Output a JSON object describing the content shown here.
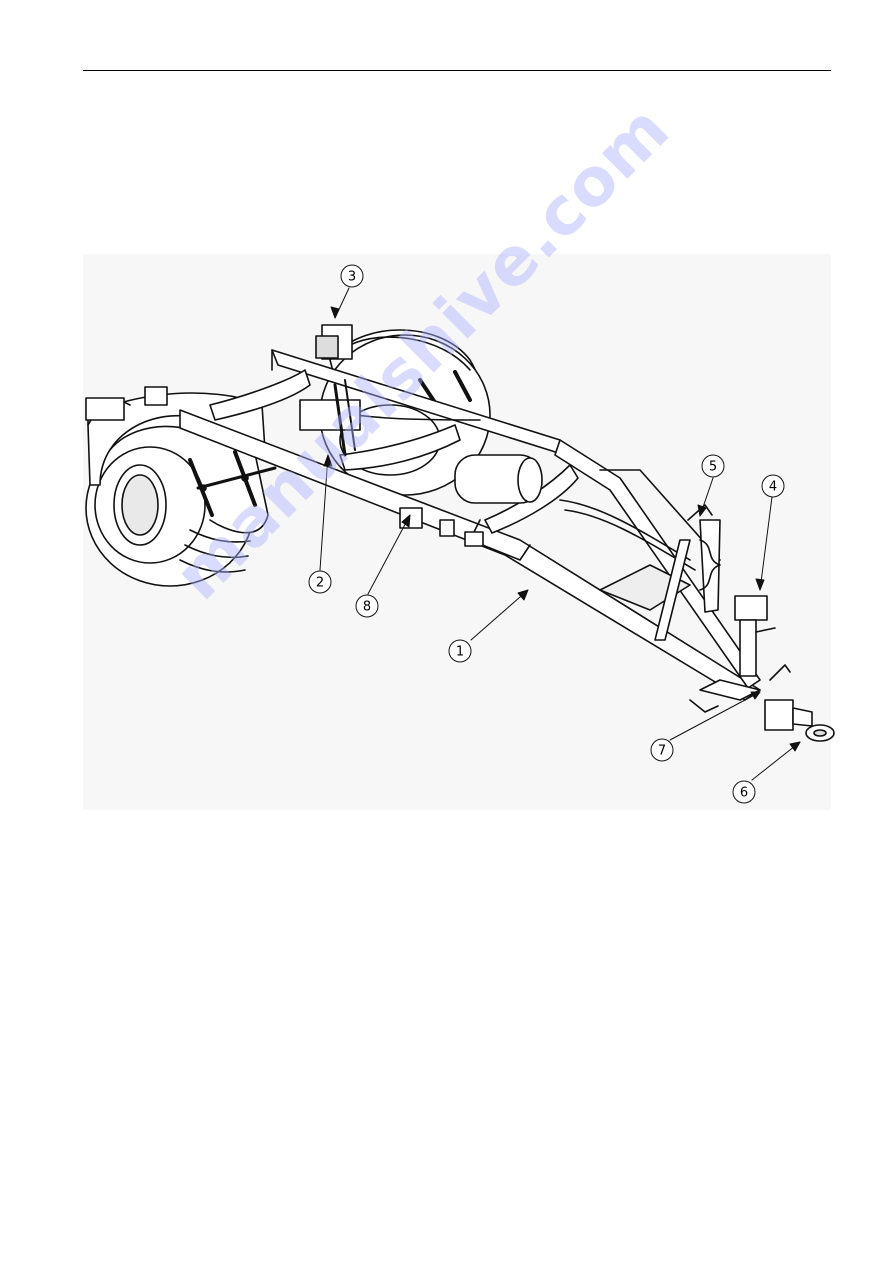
{
  "page": {
    "background": "#ffffff"
  },
  "figure": {
    "description_icon": "trailer-chassis-drawing",
    "callouts": [
      {
        "id": "1",
        "label": "1"
      },
      {
        "id": "2",
        "label": "2"
      },
      {
        "id": "3",
        "label": "3"
      },
      {
        "id": "4",
        "label": "4"
      },
      {
        "id": "5",
        "label": "5"
      },
      {
        "id": "6",
        "label": "6"
      },
      {
        "id": "7",
        "label": "7"
      },
      {
        "id": "8",
        "label": "8"
      }
    ]
  },
  "watermark": {
    "text": "manualshive.com",
    "color": "#aab0ff"
  }
}
